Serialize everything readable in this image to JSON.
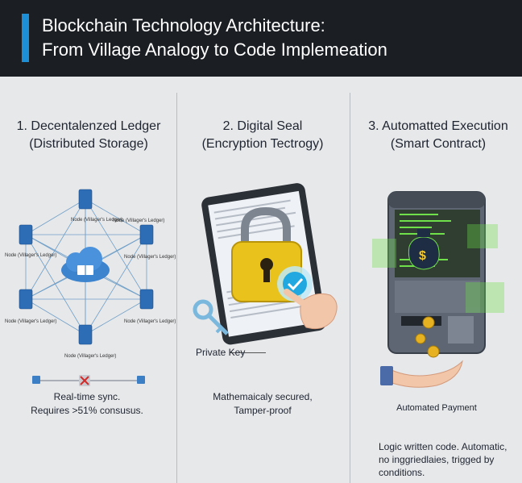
{
  "header": {
    "title_line1": "Blockchain Technology Architecture:",
    "title_line2": "From Village Analogy to Code Implemeation"
  },
  "panels": [
    {
      "heading_line1": "1. Decentalenzed Ledger",
      "heading_line2": "(Distributed Storage)",
      "node_label": "Node (Villager's Ledger)",
      "caption_line1": "Real-time sync.",
      "caption_line2": "Requires >51% consusus."
    },
    {
      "heading_line1": "2.       Digital Seal",
      "heading_line2": "(Encryption Tectrogy)",
      "key_label": "Private Key",
      "caption_line1": "Mathemaicaly secured,",
      "caption_line2": "Tamper-proof"
    },
    {
      "heading_line1": "3. Automatted Execution",
      "heading_line2": "(Smart Contract)",
      "payment_label": "Automated Payment",
      "caption_line1": "Logic written code. Automatic,",
      "caption_line2": "no inggriedlaies, trigged by",
      "caption_line3": "conditions."
    }
  ],
  "colors": {
    "accent": "#1c8fd6",
    "header_bg": "#1b1f24",
    "node_blue": "#2d6db5",
    "lock_gold": "#e9c21b",
    "server_green": "#6fe04a"
  }
}
